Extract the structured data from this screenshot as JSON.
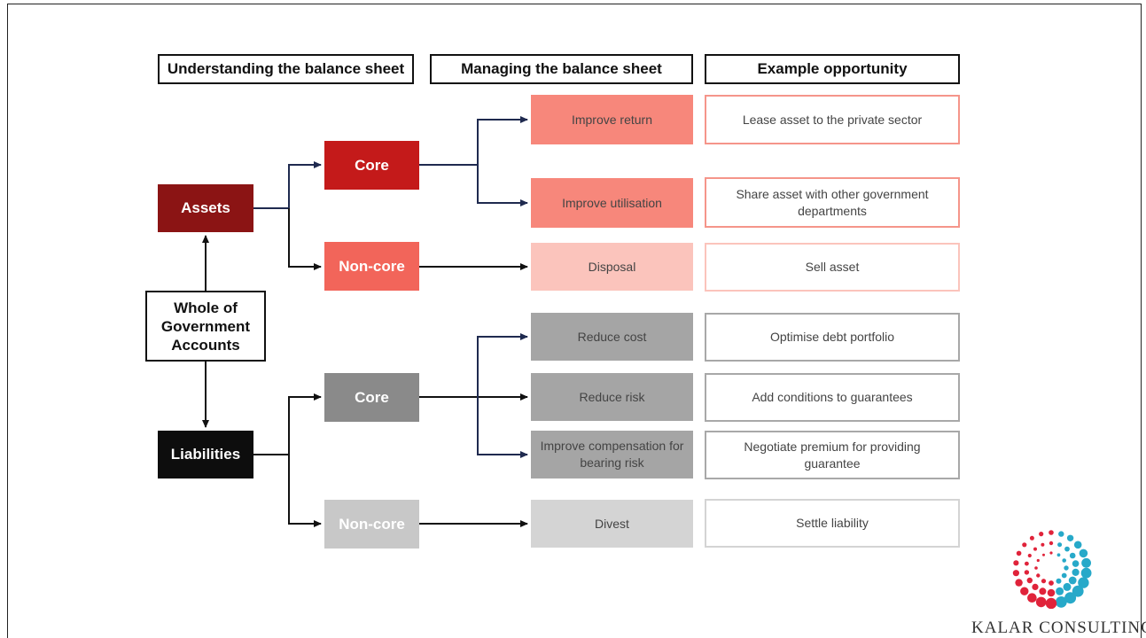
{
  "headers": {
    "understanding": "Understanding the balance sheet",
    "managing": "Managing the balance sheet",
    "example": "Example opportunity"
  },
  "nodes": {
    "wga": "Whole of\nGovernment\nAccounts",
    "assets": "Assets",
    "liabilities": "Liabilities",
    "assets_core": "Core",
    "assets_noncore": "Non-core",
    "liabilities_core": "Core",
    "liabilities_noncore": "Non-core"
  },
  "actions": [
    "Improve return",
    "Improve utilisation",
    "Disposal",
    "Reduce cost",
    "Reduce risk",
    "Improve compensation for bearing risk",
    "Divest"
  ],
  "opportunities": [
    "Lease asset to the private sector",
    "Share asset with other government departments",
    "Sell asset",
    "Optimise debt portfolio",
    "Add conditions to guarantees",
    "Negotiate premium for providing guarantee",
    "Settle liability"
  ],
  "colors": {
    "assets": "#8b1414",
    "assets_core": "#c41a1a",
    "assets_noncore": "#f2655a",
    "action_red_1": "#f7877b",
    "action_red_2": "#f7877b",
    "action_red_light": "#fbc4bc",
    "opp_red_border": "#f5958a",
    "liabilities": "#0d0d0d",
    "liabilities_core": "#8a8a8a",
    "liabilities_noncore": "#c8c8c8",
    "action_grey": "#a5a5a5",
    "action_grey_light": "#d4d4d4",
    "opp_grey_border": "#a8a8a8",
    "connector_dark": "#1f2a4f"
  },
  "brand": "KALAR CONSULTING"
}
